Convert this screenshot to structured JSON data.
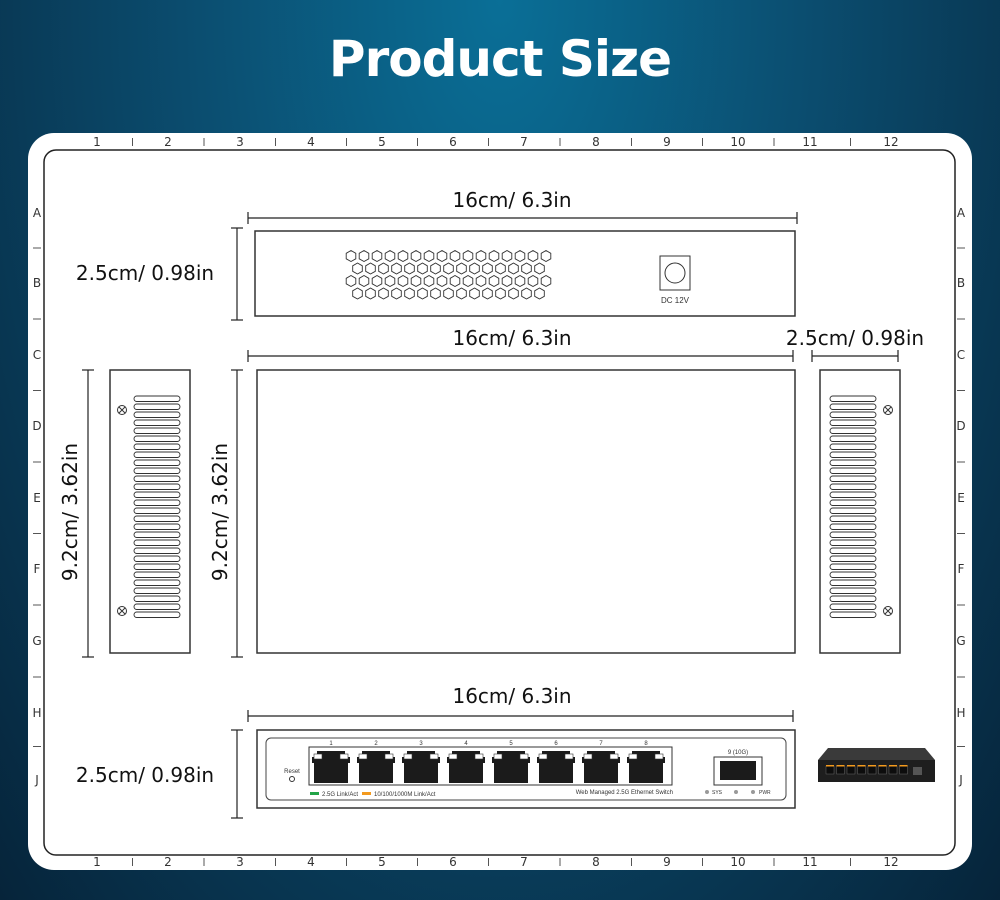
{
  "title": "Product Size",
  "ruler": {
    "columns": [
      "1",
      "2",
      "3",
      "4",
      "5",
      "6",
      "7",
      "8",
      "9",
      "10",
      "11",
      "12"
    ],
    "rows": [
      "A",
      "B",
      "C",
      "D",
      "E",
      "F",
      "G",
      "H",
      "J"
    ]
  },
  "dimensions": {
    "top_length": "16cm/ 6.3in",
    "top_height": "2.5cm/ 0.98in",
    "middle_length": "16cm/ 6.3in",
    "side_width": "2.5cm/ 0.98in",
    "left_side_height": "9.2cm/ 3.62in",
    "middle_height": "9.2cm/ 3.62in",
    "front_length": "16cm/ 6.3in",
    "front_height": "2.5cm/ 0.98in"
  },
  "rear_panel": {
    "power_label": "DC 12V"
  },
  "front_panel": {
    "reset_label": "Reset",
    "ports": [
      "1",
      "2",
      "3",
      "4",
      "5",
      "6",
      "7",
      "8"
    ],
    "sfp_label": "9 (10G)",
    "legend_green": "2.5G Link/Act",
    "legend_orange": "10/100/1000M Link/Act",
    "model_text": "Web Managed 2.5G Ethernet Switch",
    "led_sys": "SYS",
    "led_pwr": "PWR",
    "colors": {
      "green": "#22a447",
      "orange": "#f39a1e"
    }
  }
}
